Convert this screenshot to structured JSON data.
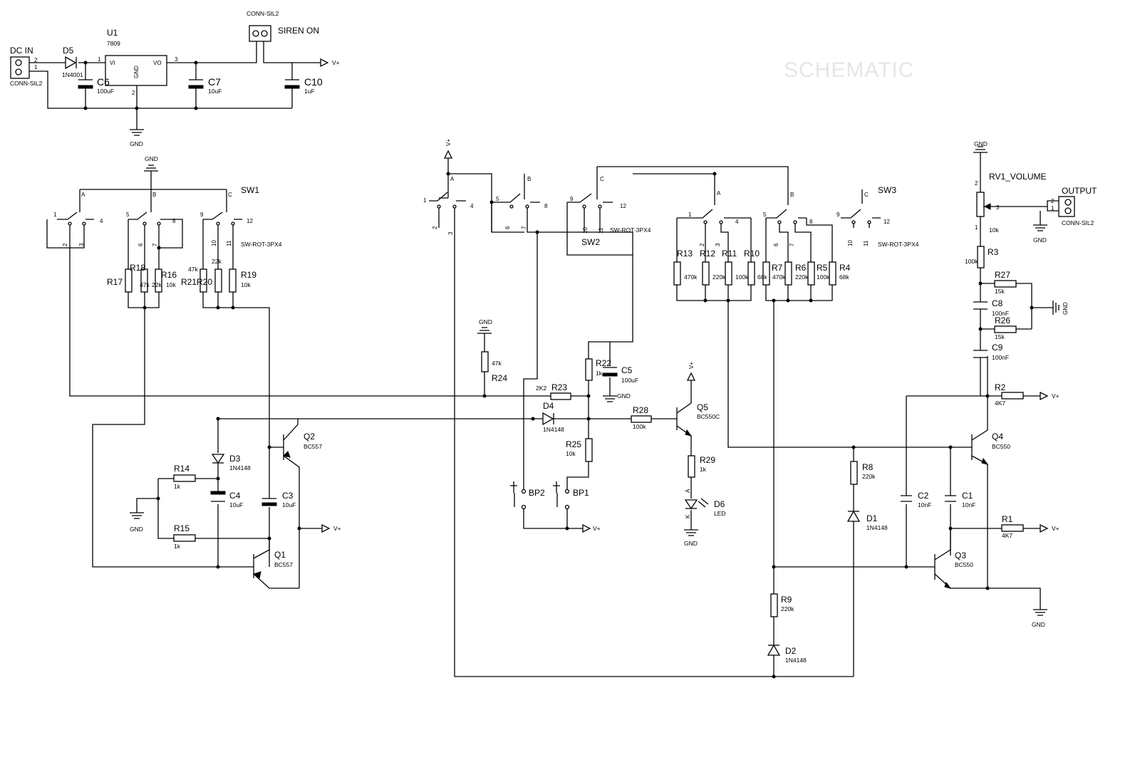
{
  "watermark": "SCHEMATIC",
  "supply": {
    "dc_in": "DC IN",
    "dc_in_type": "CONN-SIL2",
    "d5": "D5",
    "d5_val": "1N4001",
    "u1": "U1",
    "u1_val": "7809",
    "u1_vi": "VI",
    "u1_vo": "VO",
    "u1_gnd": "GND",
    "c6": "C6",
    "c6_val": "100uF",
    "c7": "C7",
    "c7_val": "10uF",
    "c10": "C10",
    "c10_val": "1uF",
    "siren": "SIREN ON",
    "siren_type": "CONN-SIL2",
    "vplus": "V+",
    "gnd": "GND"
  },
  "sw1": {
    "name": "SW1",
    "type": "SW-ROT-3PX4",
    "r17": "R17",
    "r18": "R18",
    "r18_val": "47k",
    "r16": "R16",
    "r16_val": "10k",
    "r20_lbl": "R20",
    "r21": "R21",
    "r21_val": "47k",
    "r20_val": "22k",
    "r19": "R19",
    "r19_val": "10k",
    "r22k": "22k"
  },
  "osc1": {
    "q1": "Q1",
    "q1_val": "BC557",
    "q2": "Q2",
    "q2_val": "BC557",
    "d3": "D3",
    "d3_val": "1N4148",
    "c4": "C4",
    "c4_val": "10uF",
    "c3": "C3",
    "c3_val": "10uF",
    "r14": "R14",
    "r14_val": "1k",
    "r15": "R15",
    "r15_val": "1k"
  },
  "sw2": {
    "name": "SW2",
    "type": "SW-ROT-3PX4",
    "r24": "R24",
    "r24_val": "47k",
    "r23": "R23",
    "r23_val": "2K2",
    "r22": "R22",
    "r22_val": "1k",
    "c5": "C5",
    "c5_val": "100uF",
    "d4": "D4",
    "d4_val": "1N4148",
    "r25": "R25",
    "r25_val": "10k",
    "r28": "R28",
    "r28_val": "100k",
    "bp1": "BP1",
    "bp2": "BP2"
  },
  "led": {
    "q5": "Q5",
    "q5_val": "BC550C",
    "r29": "R29",
    "r29_val": "1k",
    "d6": "D6",
    "d6_val": "LED",
    "a": "A",
    "k": "K"
  },
  "sw3": {
    "name": "SW3",
    "type": "SW-ROT-3PX4",
    "r13": "R13",
    "r13_val": "470k",
    "r12": "R12",
    "r12_val": "220k",
    "r11": "R11",
    "r11_val": "100k",
    "r10": "R10",
    "r10_val": "68k",
    "r7": "R7",
    "r7_val": "470k",
    "r6": "R6",
    "r6_val": "220k",
    "r5": "R5",
    "r5_val": "100k",
    "r4": "R4",
    "r4_val": "68k"
  },
  "osc2": {
    "r8": "R8",
    "r8_val": "220k",
    "d1": "D1",
    "d1_val": "1N4148",
    "r9": "R9",
    "r9_val": "220k",
    "d2": "D2",
    "d2_val": "1N4148",
    "c2": "C2",
    "c2_val": "10nF",
    "c1": "C1",
    "c1_val": "10nF",
    "r1": "R1",
    "r1_val": "4K7",
    "r2": "R2",
    "r2_val": "4K7",
    "q3": "Q3",
    "q3_val": "BC550",
    "q4": "Q4",
    "q4_val": "BC550"
  },
  "output": {
    "rv1": "RV1_VOLUME",
    "rv1_val": "10k",
    "output": "OUTPUT",
    "output_type": "CONN-SIL2",
    "r3": "R3",
    "r3_val": "100k",
    "r27": "R27",
    "r27_val": "15k",
    "c8": "C8",
    "c8_val": "100nF",
    "r26": "R26",
    "r26_val": "15k",
    "c9": "C9",
    "c9_val": "100nF"
  },
  "pins": {
    "p1": "1",
    "p2": "2",
    "p3": "3",
    "p4": "4",
    "p5": "5",
    "p6": "6",
    "p7": "7",
    "p8": "8",
    "p9": "9",
    "p10": "10",
    "p11": "11",
    "p12": "12",
    "pa": "A",
    "pb": "B",
    "pc": "C"
  }
}
